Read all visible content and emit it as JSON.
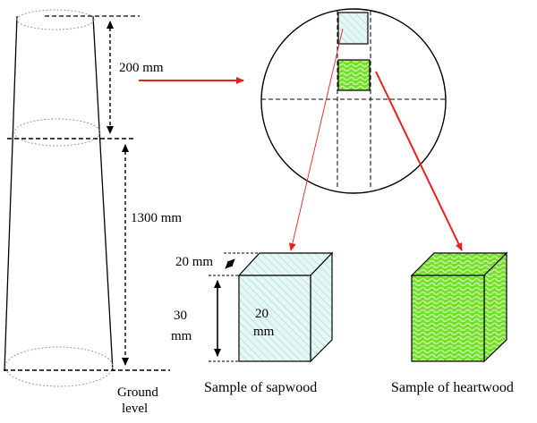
{
  "diagram": {
    "labels": {
      "dim_200": "200 mm",
      "dim_1300": "1300 mm",
      "ground_line1": "Ground",
      "ground_line2": "level",
      "dim_20_top": "20 mm",
      "dim_30_line1": "30",
      "dim_30_line2": "mm",
      "dim_20_face_line1": "20",
      "dim_20_face_line2": "mm"
    },
    "captions": {
      "sapwood": "Sample of sapwood",
      "heartwood": "Sample of heartwood"
    },
    "colors": {
      "arrow_red": "#e8201f",
      "sapwood_fill": "#e6f7f5",
      "sapwood_hatch": "#8fd6cf",
      "heartwood_fill": "#6fe02a",
      "heartwood_pattern": "#c6f29a",
      "stroke": "#000000"
    }
  }
}
